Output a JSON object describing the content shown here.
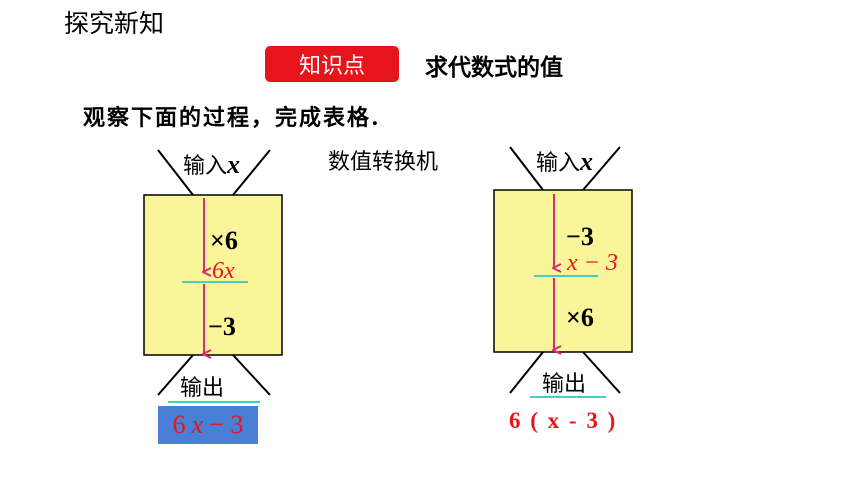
{
  "header": {
    "section_title": "探究新知",
    "badge": "知识点",
    "topic": "求代数式的值"
  },
  "instruction": "观察下面的过程，完成表格.",
  "machine_name": "数值转换机",
  "machine1": {
    "input_label": "输入",
    "input_var": "x",
    "step1": "×6",
    "mid_result": "6x",
    "step2": "−3",
    "output_label": "输出",
    "result": {
      "a": "6",
      "b": "x",
      "c": "− 3"
    }
  },
  "machine2": {
    "input_label": "输入",
    "input_var": "x",
    "step1": "−3",
    "mid_result": "x − 3",
    "step2": "×6",
    "output_label": "输出",
    "result": "6 ( x - 3 )"
  },
  "colors": {
    "badge": "#e8141b",
    "machine_fill": "#fbf59a",
    "arrow": "#d62b7a",
    "underline": "#3fd0c9",
    "answer": "#e8141b",
    "answer_box": "#4a7fd6"
  }
}
